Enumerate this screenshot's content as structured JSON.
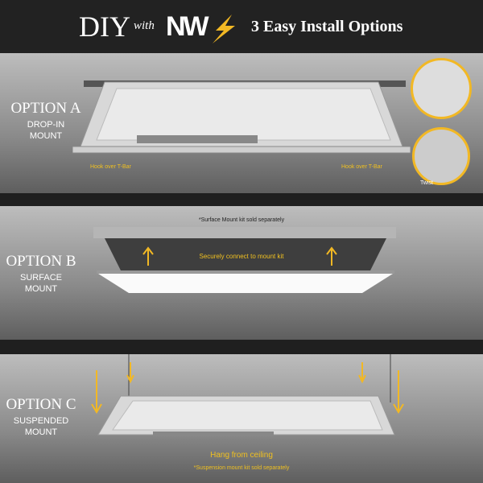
{
  "header": {
    "diy": "DIY",
    "with": "with",
    "brand": "NW",
    "tagline": "3 Easy Install Options"
  },
  "colors": {
    "accent": "#f2b824",
    "dark": "#222222"
  },
  "option_a": {
    "title": "OPTION A",
    "subtitle_1": "DROP-IN",
    "subtitle_2": "MOUNT",
    "label_left": "Hook over T-Bar",
    "label_right": "Hook over T-Bar",
    "detail_label": "Twist"
  },
  "option_b": {
    "title": "OPTION B",
    "subtitle_1": "SURFACE",
    "subtitle_2": "MOUNT",
    "note": "*Surface Mount kit sold separately",
    "caption": "Securely connect to mount kit"
  },
  "option_c": {
    "title": "OPTION C",
    "subtitle_1": "SUSPENDED",
    "subtitle_2": "MOUNT",
    "caption": "Hang from ceiling",
    "note": "*Suspension mount kit sold separately"
  }
}
